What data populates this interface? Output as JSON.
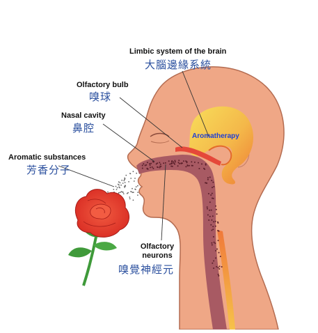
{
  "labels": {
    "limbic_en": "Limbic system of the brain",
    "limbic_zh": "大腦邊緣系統",
    "bulb_en": "Olfactory bulb",
    "bulb_zh": "嗅球",
    "nasal_en": "Nasal cavity",
    "nasal_zh": "鼻腔",
    "aromatic_en": "Aromatic substances",
    "aromatic_zh": "芳香分子",
    "neurons_en_line1": "Olfactory",
    "neurons_en_line2": "neurons",
    "neurons_zh": "嗅覺神經元",
    "aromatherapy": "Aromatherapy"
  },
  "colors": {
    "skin": "#efa786",
    "skin_outline": "#b36b50",
    "nasal_passage": "#a85a63",
    "nasal_dots": "#5a1f2a",
    "limbic_yellow": "#f6d24a",
    "limbic_orange": "#f08a3a",
    "rose_red": "#e8352b",
    "leaf_green": "#3f9a3a",
    "text_blue": "#2a4f9e",
    "aromatherapy_blue": "#1f3fd6"
  }
}
